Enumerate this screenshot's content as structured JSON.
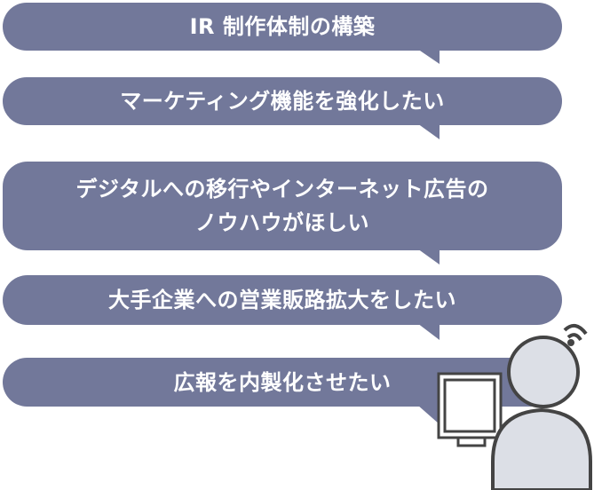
{
  "bubbles": [
    {
      "text": "IR 制作体制の構築"
    },
    {
      "text": "マーケティング機能を強化したい"
    },
    {
      "text": "デジタルへの移行やインターネット広告の\nノウハウがほしい"
    },
    {
      "text": "大手企業への営業販路拡大をしたい"
    },
    {
      "text": "広報を内製化させたい"
    }
  ],
  "colors": {
    "bubble": "#72789a",
    "figure": "#dcdfe6",
    "outline": "#444444"
  }
}
